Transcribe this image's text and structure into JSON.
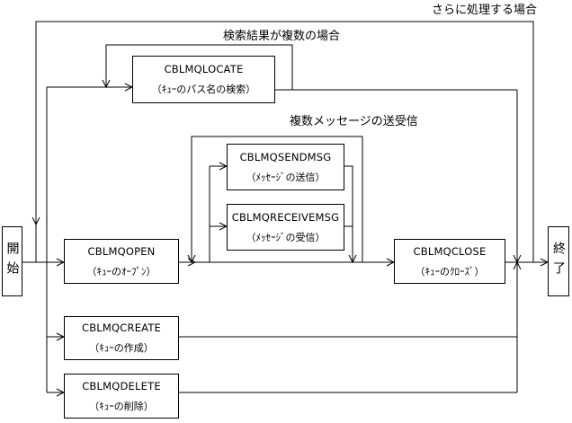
{
  "labels": {
    "further_processing": "さらに処理する場合",
    "multiple_search_results": "検索結果が複数の場合",
    "multiple_messages": "複数メッセージの送受信"
  },
  "start": "開始",
  "end": "終了",
  "functions": {
    "locate": {
      "name": "CBLMQLOCATE",
      "desc": "（ｷｭｰのパス名の検索）"
    },
    "sendmsg": {
      "name": "CBLMQSENDMSG",
      "desc": "（ﾒｯｾｰｼﾞの送信）"
    },
    "receivemsg": {
      "name": "CBLMQRECEIVEMSG",
      "desc": "（ﾒｯｾｰｼﾞの受信）"
    },
    "open": {
      "name": "CBLMQOPEN",
      "desc": "（ｷｭｰのｵｰﾌﾟﾝ）"
    },
    "close": {
      "name": "CBLMQCLOSE",
      "desc": "（ｷｭｰのｸﾛｰｽﾞ）"
    },
    "create": {
      "name": "CBLMQCREATE",
      "desc": "（ｷｭｰの作成）"
    },
    "delete": {
      "name": "CBLMQDELETE",
      "desc": "（ｷｭｰの削除）"
    }
  }
}
